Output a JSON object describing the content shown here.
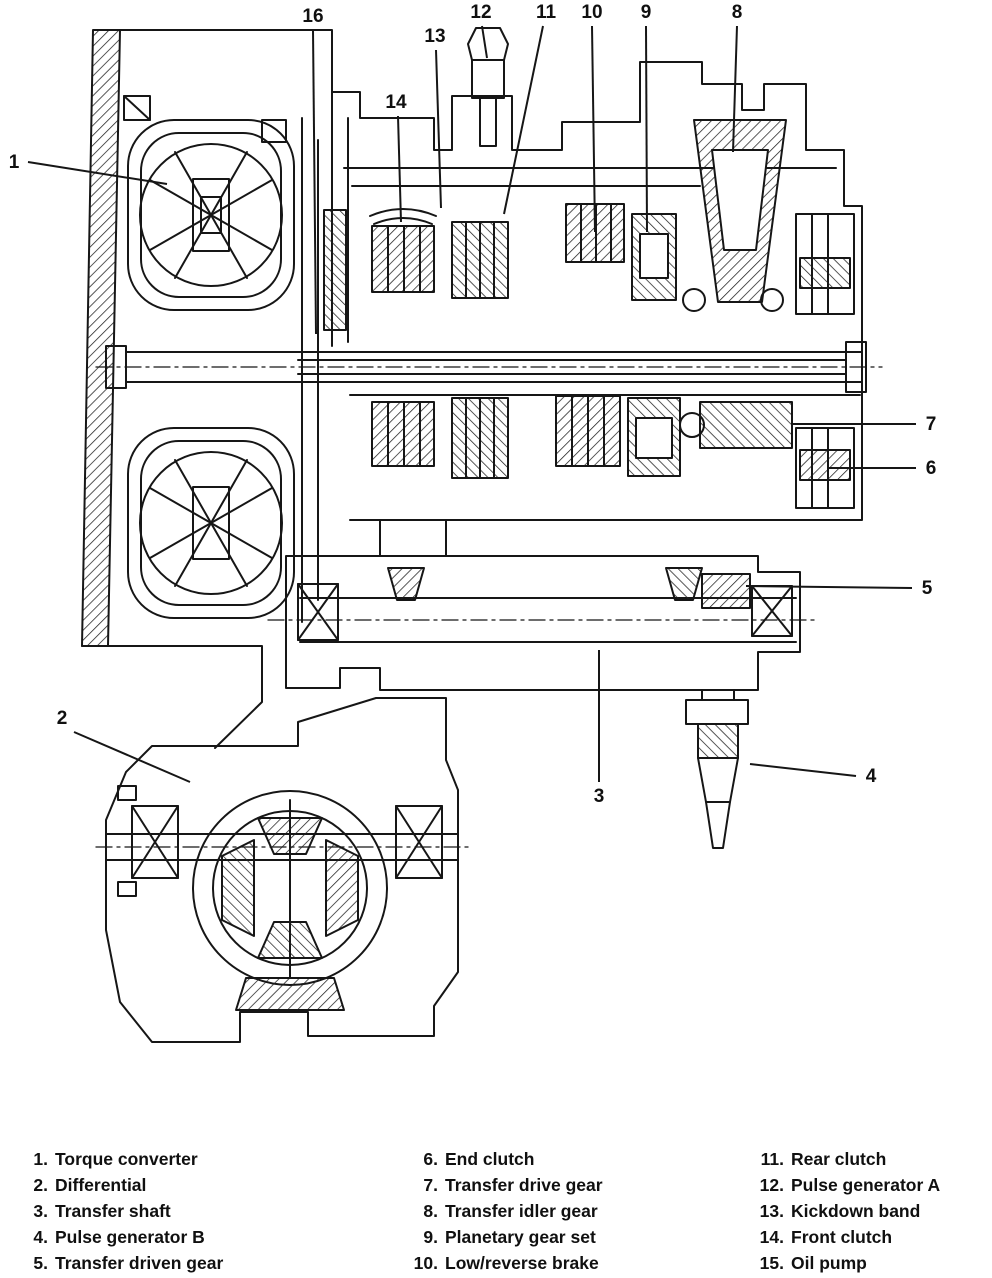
{
  "callouts": {
    "1": "1",
    "2": "2",
    "3": "3",
    "4": "4",
    "5": "5",
    "6": "6",
    "7": "7",
    "8": "8",
    "9": "9",
    "10": "10",
    "11": "11",
    "12": "12",
    "13": "13",
    "14": "14",
    "16": "16"
  },
  "legend": {
    "col1": [
      {
        "n": "1.",
        "t": "Torque converter"
      },
      {
        "n": "2.",
        "t": "Differential"
      },
      {
        "n": "3.",
        "t": "Transfer shaft"
      },
      {
        "n": "4.",
        "t": "Pulse generator B"
      },
      {
        "n": "5.",
        "t": "Transfer driven gear"
      }
    ],
    "col2": [
      {
        "n": "6.",
        "t": "End clutch"
      },
      {
        "n": "7.",
        "t": "Transfer drive gear"
      },
      {
        "n": "8.",
        "t": "Transfer idler gear"
      },
      {
        "n": "9.",
        "t": "Planetary gear set"
      },
      {
        "n": "10.",
        "t": "Low/reverse brake"
      }
    ],
    "col3": [
      {
        "n": "11.",
        "t": "Rear clutch"
      },
      {
        "n": "12.",
        "t": "Pulse generator A"
      },
      {
        "n": "13.",
        "t": "Kickdown band"
      },
      {
        "n": "14.",
        "t": "Front clutch"
      },
      {
        "n": "15.",
        "t": "Oil pump"
      }
    ]
  }
}
